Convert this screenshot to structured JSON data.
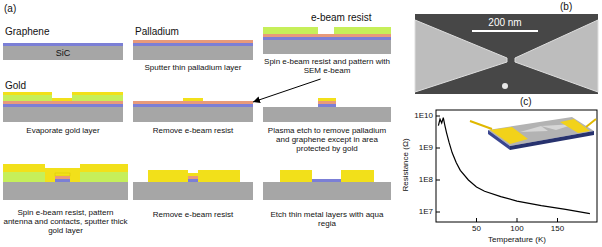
{
  "diagram": {
    "nodes": [
      {
        "text": [
          "Graphene",
          "SiC"
        ]
      },
      {
        "text": [
          "Palladium",
          "Sputter thin palladium layer"
        ]
      },
      {
        "text": [
          "e-beam resist",
          "Spin e-beam resist and pattern with SEM e-beam"
        ]
      },
      {
        "text": [
          "Gold",
          "Evaporate gold layer"
        ]
      },
      {
        "text": [
          "Remove e-beam resist"
        ]
      },
      {
        "text": [
          "Plasma etch to remove palladium and graphene except in area protected by gold"
        ]
      },
      {
        "text": [
          "Spin e-beam resist, pattern antenna and contacts, sputter thick gold layer"
        ]
      },
      {
        "text": [
          "Remove e-beam resist"
        ]
      },
      {
        "text": [
          "Etch thin metal layers with aqua regia"
        ]
      }
    ],
    "edges": [
      {
        "from": 2,
        "to": 4,
        "arrow": "to"
      }
    ],
    "labels": [
      "(a)",
      "(b)",
      "200 nm",
      "(c)",
      "1E10",
      "1E9",
      "1E8",
      "1E7",
      "50",
      "100",
      "150",
      "Temperature (K)",
      "Resistance (Ω)"
    ]
  }
}
